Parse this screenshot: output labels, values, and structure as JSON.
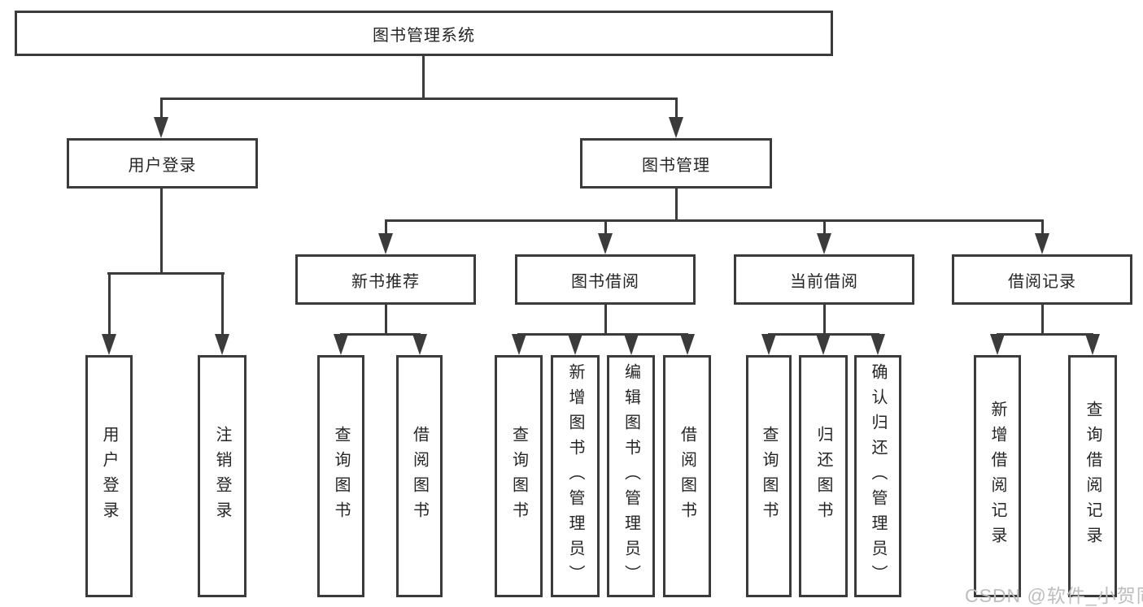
{
  "diagram": {
    "colors": {
      "line": "#3b3b3b",
      "text": "#252525",
      "watermark": "#bdbdbd",
      "background": "#ffffff"
    },
    "root": {
      "label": "图书管理系统"
    },
    "level2": [
      {
        "id": "user-login",
        "label": "用户登录",
        "parent": "图书管理系统"
      },
      {
        "id": "book-management",
        "label": "图书管理",
        "parent": "图书管理系统"
      }
    ],
    "level3": [
      {
        "id": "new-book-recommend",
        "label": "新书推荐",
        "parent": "图书管理"
      },
      {
        "id": "book-borrow",
        "label": "图书借阅",
        "parent": "图书管理"
      },
      {
        "id": "current-borrow",
        "label": "当前借阅",
        "parent": "图书管理"
      },
      {
        "id": "borrow-records",
        "label": "借阅记录",
        "parent": "图书管理"
      }
    ],
    "leaves": [
      {
        "label": "用户登录",
        "parent": "用户登录"
      },
      {
        "label": "注销登录",
        "parent": "用户登录"
      },
      {
        "label": "查询图书",
        "parent": "新书推荐"
      },
      {
        "label": "借阅图书",
        "parent": "新书推荐"
      },
      {
        "label": "查询图书",
        "parent": "图书借阅"
      },
      {
        "label": "新增图书（管理员）",
        "parent": "图书借阅"
      },
      {
        "label": "编辑图书（管理员）",
        "parent": "图书借阅"
      },
      {
        "label": "借阅图书",
        "parent": "图书借阅"
      },
      {
        "label": "查询图书",
        "parent": "当前借阅"
      },
      {
        "label": "归还图书",
        "parent": "当前借阅"
      },
      {
        "label": "确认归还（管理员）",
        "parent": "当前借阅"
      },
      {
        "label": "新增借阅记录",
        "parent": "借阅记录"
      },
      {
        "label": "查询借阅记录",
        "parent": "借阅记录"
      }
    ],
    "watermark": "CSDN @软件_小贺同学"
  }
}
